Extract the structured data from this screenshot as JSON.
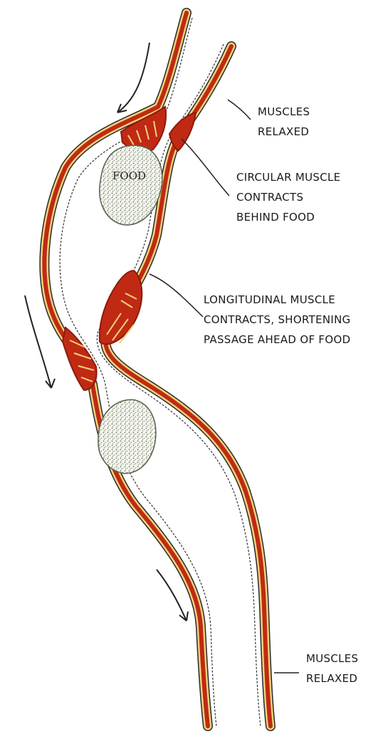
{
  "labels": {
    "muscles_relaxed_top": [
      "MUSCLES",
      "RELAXED"
    ],
    "circular_muscle": [
      "CIRCULAR MUSCLE",
      "CONTRACTS",
      "BEHIND FOOD"
    ],
    "longitudinal_muscle": [
      "LONGITUDINAL MUSCLE",
      "CONTRACTS, SHORTENING",
      "PASSAGE AHEAD OF FOOD"
    ],
    "muscles_relaxed_bottom": [
      "MUSCLES",
      "RELAXED"
    ],
    "food": "FOOD"
  },
  "colors": {
    "muscle_red": "#c02a14",
    "muscle_dark": "#8e1a0c",
    "wall_yellow": "#f1d27a",
    "outline": "#2a2a2a",
    "food_dots": "#6c7a60"
  }
}
